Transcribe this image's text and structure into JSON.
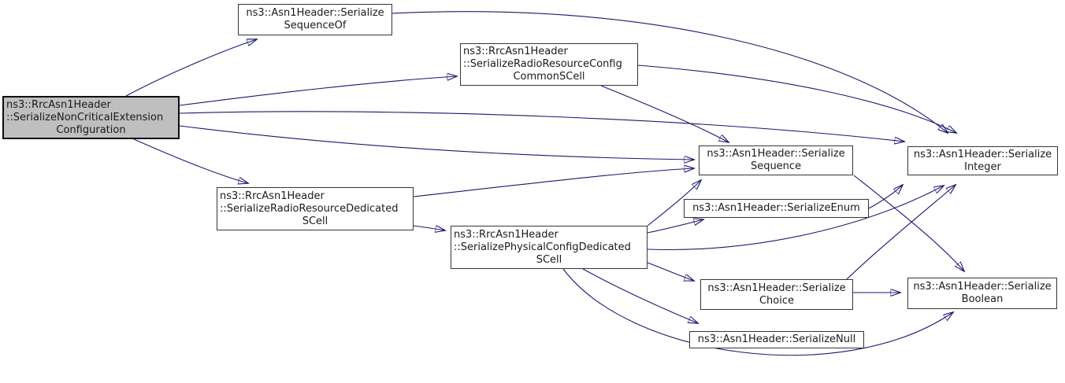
{
  "diagram": {
    "kind": "call-graph",
    "colors": {
      "background": "#ffffff",
      "edge": "#191970",
      "node_border": "#353535",
      "node_fill": "#ffffff",
      "highlight_fill": "#bfbfbf",
      "text": "#1a1a1a"
    }
  },
  "nodes": [
    {
      "id": "serialize_sequence_of",
      "lines": [
        "ns3::Asn1Header::Serialize",
        "SequenceOf"
      ],
      "highlighted": false
    },
    {
      "id": "serialize_radio_resource_config_common_scell",
      "lines": [
        "ns3::RrcAsn1Header",
        "::SerializeRadioResourceConfig",
        "CommonSCell"
      ],
      "highlighted": false
    },
    {
      "id": "serialize_non_critical_extension_configuration",
      "lines": [
        "ns3::RrcAsn1Header",
        "::SerializeNonCriticalExtension",
        "Configuration"
      ],
      "highlighted": true
    },
    {
      "id": "serialize_sequence",
      "lines": [
        "ns3::Asn1Header::Serialize",
        "Sequence"
      ],
      "highlighted": false
    },
    {
      "id": "serialize_integer",
      "lines": [
        "ns3::Asn1Header::Serialize",
        "Integer"
      ],
      "highlighted": false
    },
    {
      "id": "serialize_radio_resource_dedicated_scell",
      "lines": [
        "ns3::RrcAsn1Header",
        "::SerializeRadioResourceDedicated",
        "SCell"
      ],
      "highlighted": false
    },
    {
      "id": "serialize_enum",
      "lines": [
        "ns3::Asn1Header::SerializeEnum"
      ],
      "highlighted": false
    },
    {
      "id": "serialize_physical_config_dedicated_scell",
      "lines": [
        "ns3::RrcAsn1Header",
        "::SerializePhysicalConfigDedicated",
        "SCell"
      ],
      "highlighted": false
    },
    {
      "id": "serialize_choice",
      "lines": [
        "ns3::Asn1Header::Serialize",
        "Choice"
      ],
      "highlighted": false
    },
    {
      "id": "serialize_boolean",
      "lines": [
        "ns3::Asn1Header::Serialize",
        "Boolean"
      ],
      "highlighted": false
    },
    {
      "id": "serialize_null",
      "lines": [
        "ns3::Asn1Header::SerializeNull"
      ],
      "highlighted": false
    }
  ],
  "edges": [
    {
      "from": "serialize_non_critical_extension_configuration",
      "to": "serialize_sequence_of"
    },
    {
      "from": "serialize_non_critical_extension_configuration",
      "to": "serialize_radio_resource_config_common_scell"
    },
    {
      "from": "serialize_non_critical_extension_configuration",
      "to": "serialize_integer"
    },
    {
      "from": "serialize_non_critical_extension_configuration",
      "to": "serialize_sequence"
    },
    {
      "from": "serialize_non_critical_extension_configuration",
      "to": "serialize_radio_resource_dedicated_scell"
    },
    {
      "from": "serialize_sequence_of",
      "to": "serialize_integer"
    },
    {
      "from": "serialize_radio_resource_config_common_scell",
      "to": "serialize_integer"
    },
    {
      "from": "serialize_radio_resource_config_common_scell",
      "to": "serialize_sequence"
    },
    {
      "from": "serialize_radio_resource_dedicated_scell",
      "to": "serialize_sequence"
    },
    {
      "from": "serialize_radio_resource_dedicated_scell",
      "to": "serialize_physical_config_dedicated_scell"
    },
    {
      "from": "serialize_physical_config_dedicated_scell",
      "to": "serialize_sequence"
    },
    {
      "from": "serialize_physical_config_dedicated_scell",
      "to": "serialize_enum"
    },
    {
      "from": "serialize_physical_config_dedicated_scell",
      "to": "serialize_integer"
    },
    {
      "from": "serialize_physical_config_dedicated_scell",
      "to": "serialize_choice"
    },
    {
      "from": "serialize_physical_config_dedicated_scell",
      "to": "serialize_null"
    },
    {
      "from": "serialize_physical_config_dedicated_scell",
      "to": "serialize_boolean"
    },
    {
      "from": "serialize_choice",
      "to": "serialize_boolean"
    },
    {
      "from": "serialize_choice",
      "to": "serialize_integer"
    },
    {
      "from": "serialize_sequence",
      "to": "serialize_boolean"
    },
    {
      "from": "serialize_enum",
      "to": "serialize_integer"
    }
  ]
}
